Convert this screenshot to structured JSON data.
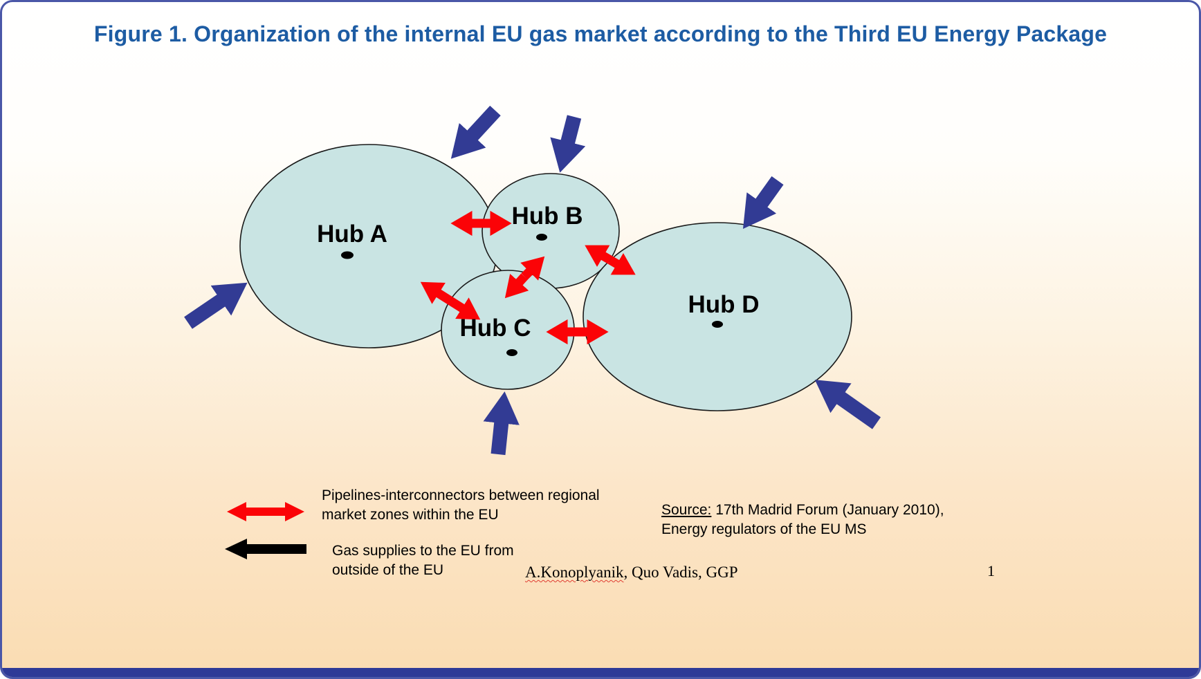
{
  "slide": {
    "title": "Figure 1. Organization of the internal EU gas market according to the Third EU Energy Package",
    "page_number": "1",
    "footer": {
      "author": "A.Konoplyanik",
      "rest": ", Quo Vadis, GGP"
    }
  },
  "diagram": {
    "hubs": [
      {
        "label": "Hub A"
      },
      {
        "label": "Hub B"
      },
      {
        "label": "Hub C"
      },
      {
        "label": "Hub D"
      }
    ],
    "interconnectors": [
      "Hub A - Hub B",
      "Hub B - Hub C",
      "Hub B - Hub D",
      "Hub A - Hub C",
      "Hub C - Hub D"
    ],
    "external_supplies": [
      "into Hub A from upper right",
      "into Hub B from top",
      "into Hub D from upper right",
      "into Hub A from lower left",
      "into Hub C from bottom",
      "into Hub D from lower right"
    ]
  },
  "legend": {
    "items": [
      {
        "icon": "red-double-arrow",
        "text": "Pipelines-interconnectors between regional market zones within the EU"
      },
      {
        "icon": "black-left-arrow",
        "text": "Gas supplies to the EU from outside of the EU"
      }
    ]
  },
  "source": {
    "label": "Source:",
    "text": " 17th Madrid Forum (January 2010), Energy regulators of the EU MS"
  },
  "colors": {
    "title_blue": "#1d5ca3",
    "hub_fill": "#c9e4e3",
    "interconnector_red": "#fb0307",
    "supply_navy": "#323b94",
    "border_blue": "#4a57a8",
    "bottom_bar_navy": "#2e3a97",
    "background_bottom_peach": "#fadcb2"
  }
}
